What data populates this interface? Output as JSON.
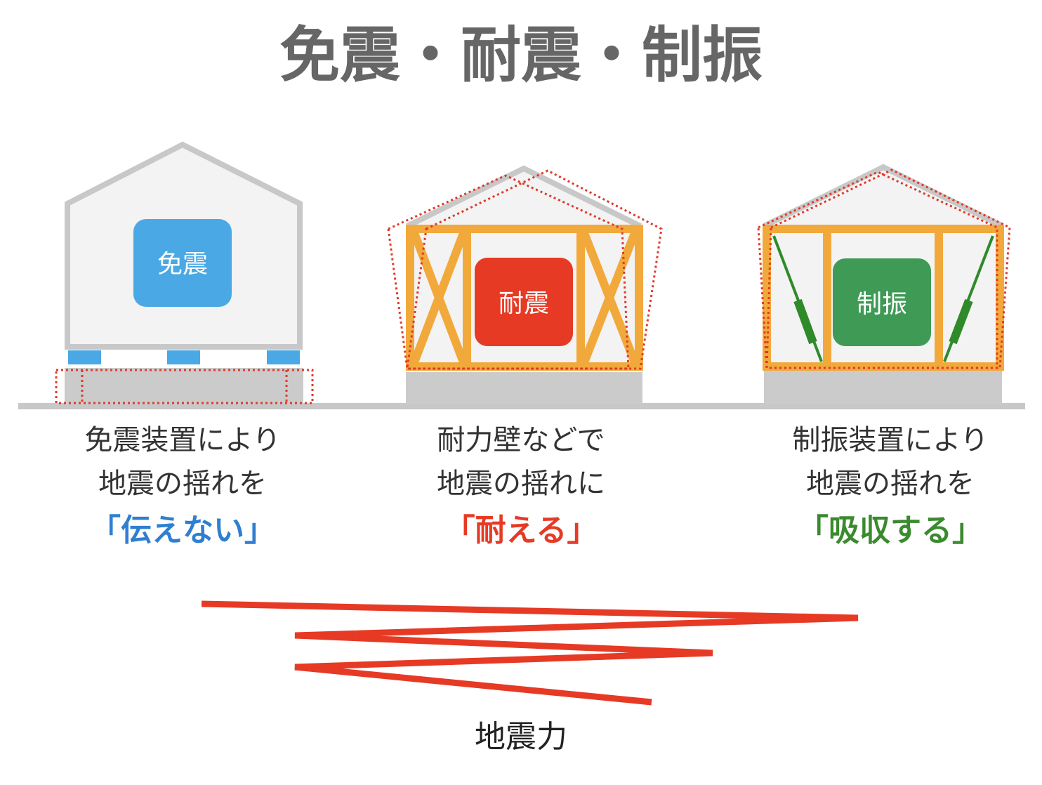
{
  "title": "免震・耐震・制振",
  "colors": {
    "isolation": "#4aa8e4",
    "resistant": "#e63a25",
    "damping": "#3f9a56",
    "frame": "#f2a93b",
    "structure": "#c8c8c8"
  },
  "houses": [
    {
      "label": "免震",
      "caption_line1": "免震装置により",
      "caption_line2": "地震の揺れを",
      "emphasis": "「伝えない」",
      "color": "#2f7fd0"
    },
    {
      "label": "耐震",
      "caption_line1": "耐力壁などで",
      "caption_line2": "地震の揺れに",
      "emphasis": "「耐える」",
      "color": "#e63a25"
    },
    {
      "label": "制振",
      "caption_line1": "制振装置により",
      "caption_line2": "地震の揺れを",
      "emphasis": "「吸収する」",
      "color": "#3a8a2e"
    }
  ],
  "force_label": "地震力"
}
